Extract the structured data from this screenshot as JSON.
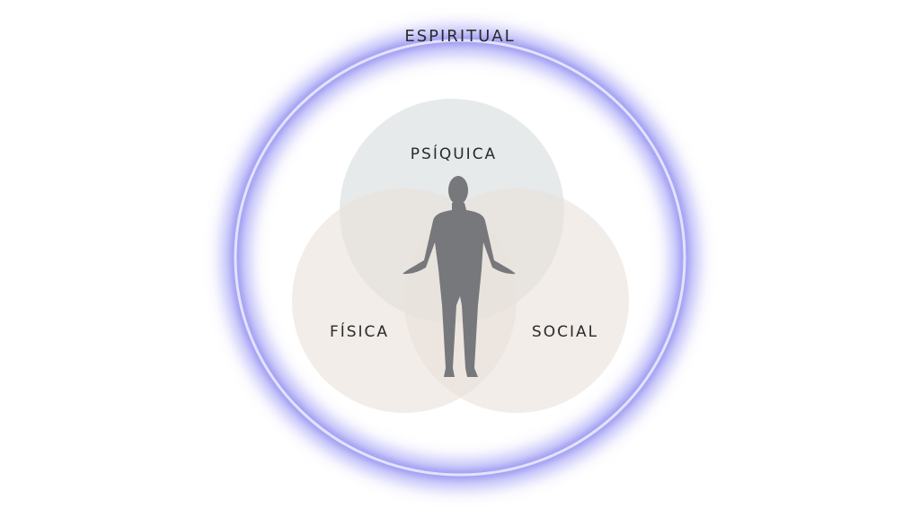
{
  "title": "ESPIRITUAL",
  "circles": [
    {
      "label": "PSÍQUICA",
      "color": "#e3e8e8"
    },
    {
      "label": "FÍSICA",
      "color": "#ede6e0"
    },
    {
      "label": "SOCIAL",
      "color": "#ede6e0"
    }
  ],
  "ring_color": "#8f8cf0",
  "figure_color": "#77787c"
}
